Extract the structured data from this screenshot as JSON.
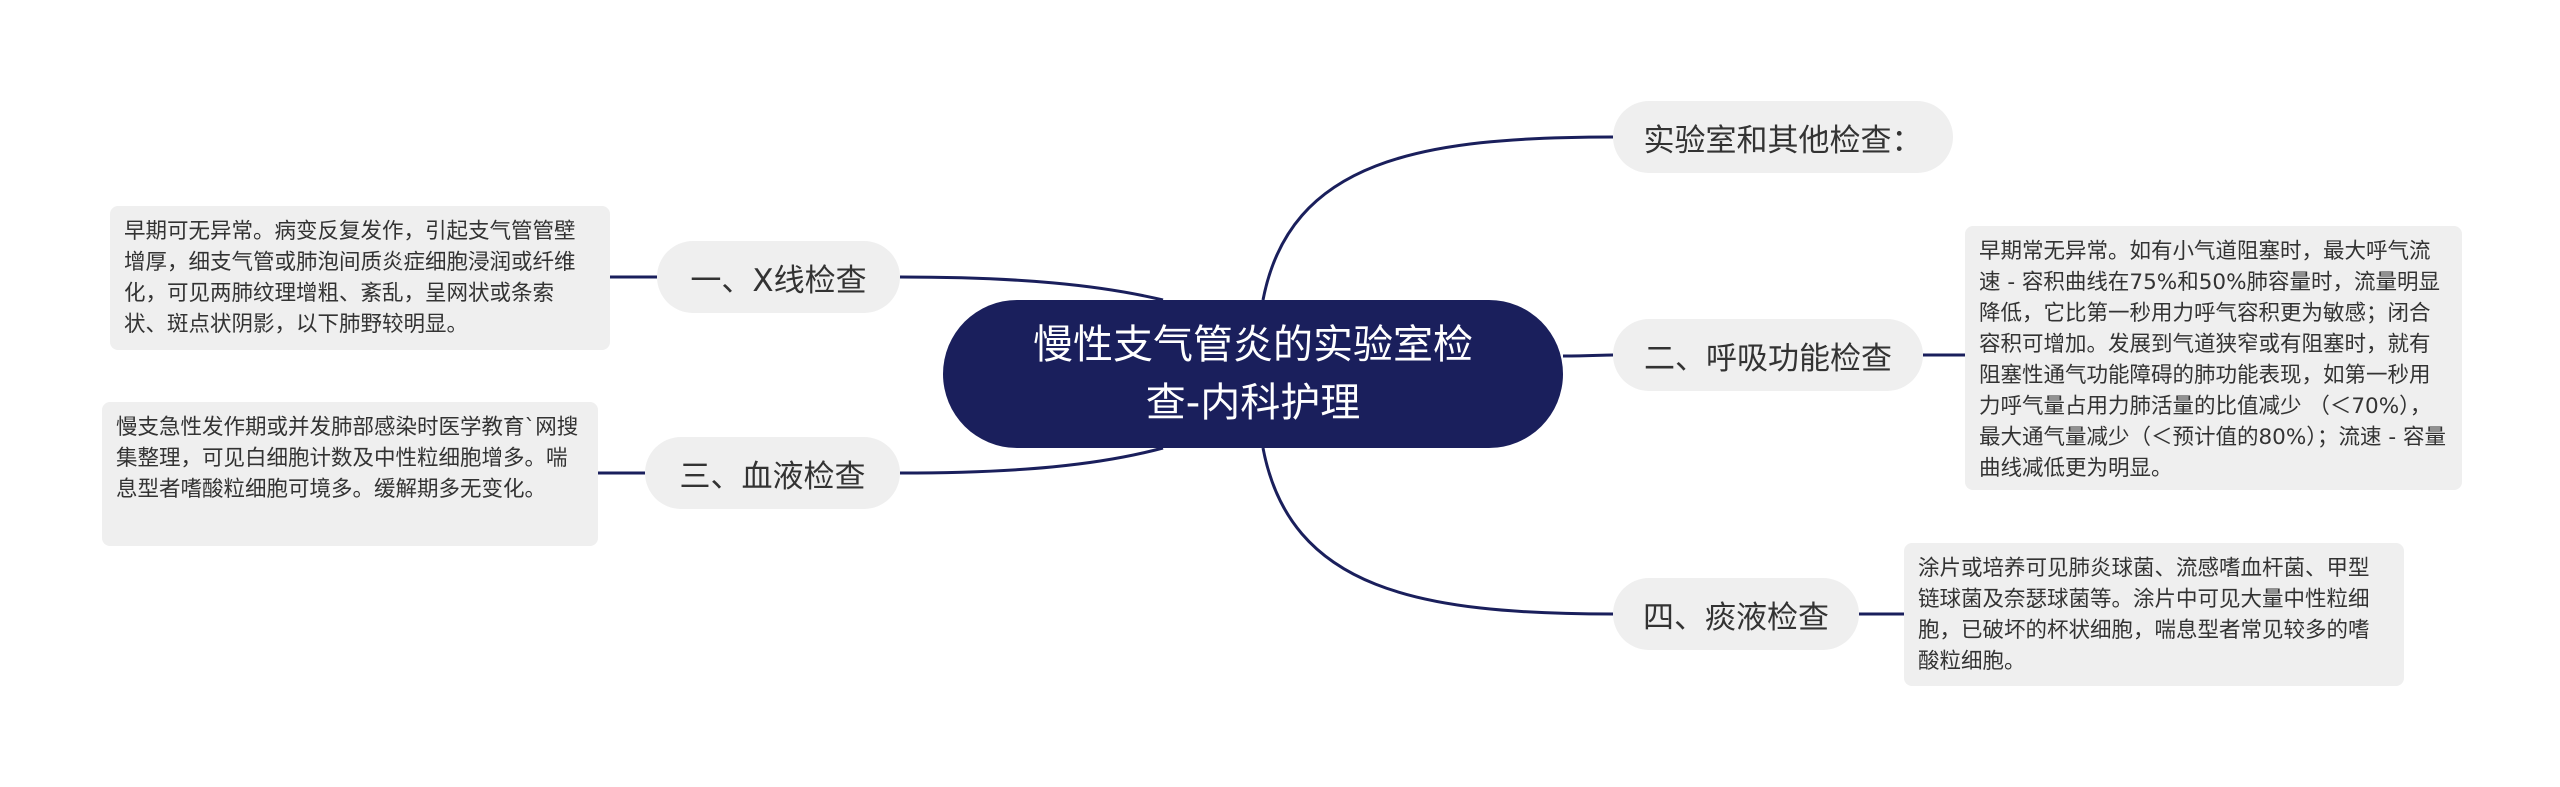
{
  "root": {
    "title": "慢性支气管炎的实验室检查-内科护理"
  },
  "branches": {
    "lab_other": {
      "label": "实验室和其他检查："
    },
    "xray": {
      "label": "一、X线检查",
      "detail": "早期可无异常。病变反复发作，引起支气管管壁增厚，细支气管或肺泡间质炎症细胞浸润或纤维化，可见两肺纹理增粗、紊乱，呈网状或条索状、斑点状阴影，以下肺野较明显。"
    },
    "blood": {
      "label": "三、血液检查",
      "detail": "慢支急性发作期或并发肺部感染时医学教育`网搜集整理，可见白细胞计数及中性粒细胞增多。喘息型者嗜酸粒细胞可境多。缓解期多无变化。"
    },
    "respiratory": {
      "label": "二、呼吸功能检查",
      "detail": "早期常无异常。如有小气道阻塞时，最大呼气流速 - 容积曲线在75%和50%肺容量时，流量明显降低，它比第一秒用力呼气容积更为敏感；闭合容积可增加。发展到气道狭窄或有阻塞时，就有阻塞性通气功能障碍的肺功能表现，如第一秒用力呼气量占用力肺活量的比值减少 （＜70%），最大通气量减少（＜预计值的80%）；流速 - 容量曲线减低更为明显。"
    },
    "sputum": {
      "label": "四、痰液检查",
      "detail": "涂片或培养可见肺炎球菌、流感嗜血杆菌、甲型链球菌及奈瑟球菌等。涂片中可见大量中性粒细胞，已破坏的杯状细胞，喘息型者常见较多的嗜酸粒细胞。"
    }
  },
  "colors": {
    "root_bg": "#1a1f5c",
    "node_bg": "#efefef",
    "line": "#1a1f5c",
    "text": "#333333"
  }
}
